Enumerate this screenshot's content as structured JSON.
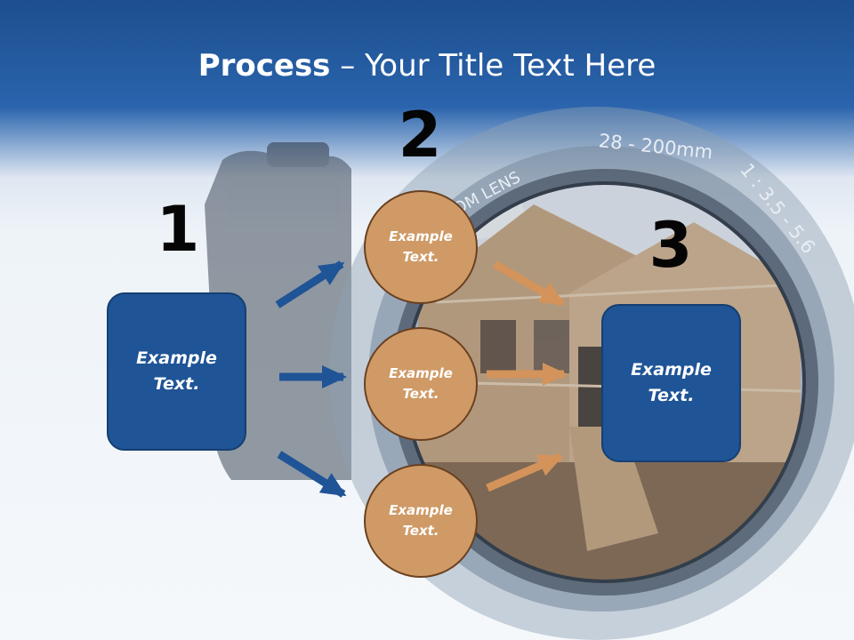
{
  "title": {
    "bold": "Process",
    "rest": " – Your Title Text Here"
  },
  "lens_text": {
    "top": "28 - 200mm",
    "right": "1 : 3.5 - 5.6",
    "left": "OM   LENS"
  },
  "steps": {
    "one": {
      "number": "1",
      "label": "Example Text."
    },
    "two": {
      "number": "2",
      "items": [
        "Example Text.",
        "Example Text.",
        "Example Text."
      ]
    },
    "three": {
      "number": "3",
      "label": "Example Text."
    }
  },
  "colors": {
    "header": "#1d4f8e",
    "box": "#1f5496",
    "circle": "#cf9a66",
    "circle_border": "#6a4020",
    "arrow_blue": "#1f5496",
    "arrow_orange": "#d4935a"
  }
}
